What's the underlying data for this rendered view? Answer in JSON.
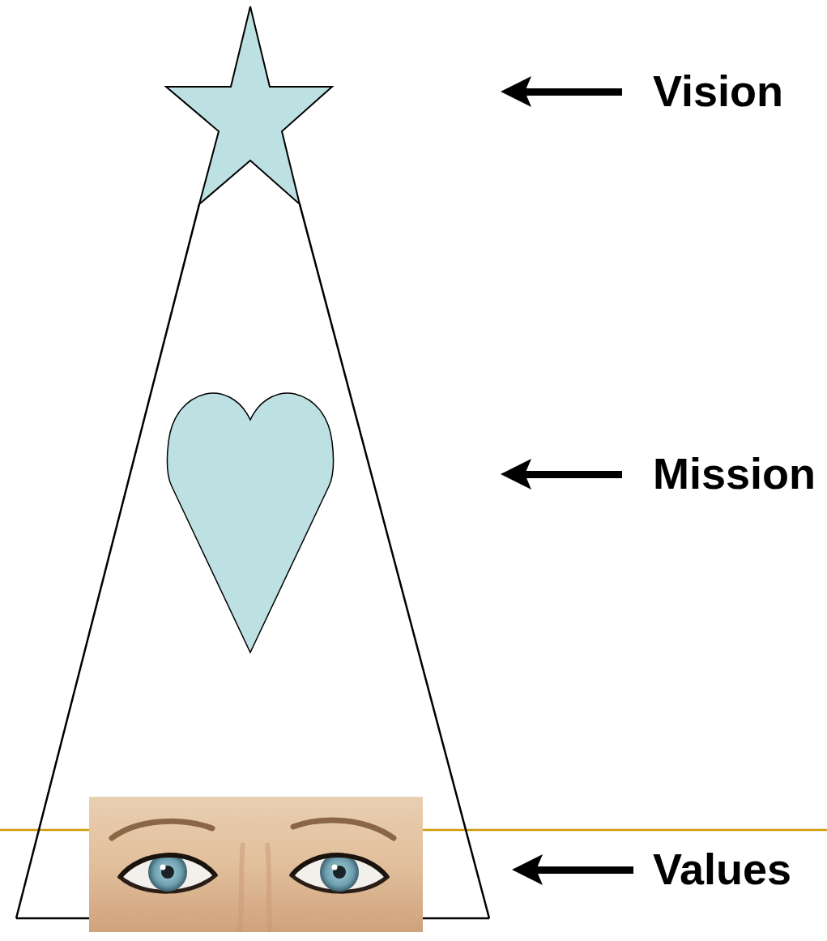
{
  "diagram": {
    "labels": [
      "Vision",
      "Mission",
      "Values"
    ]
  }
}
